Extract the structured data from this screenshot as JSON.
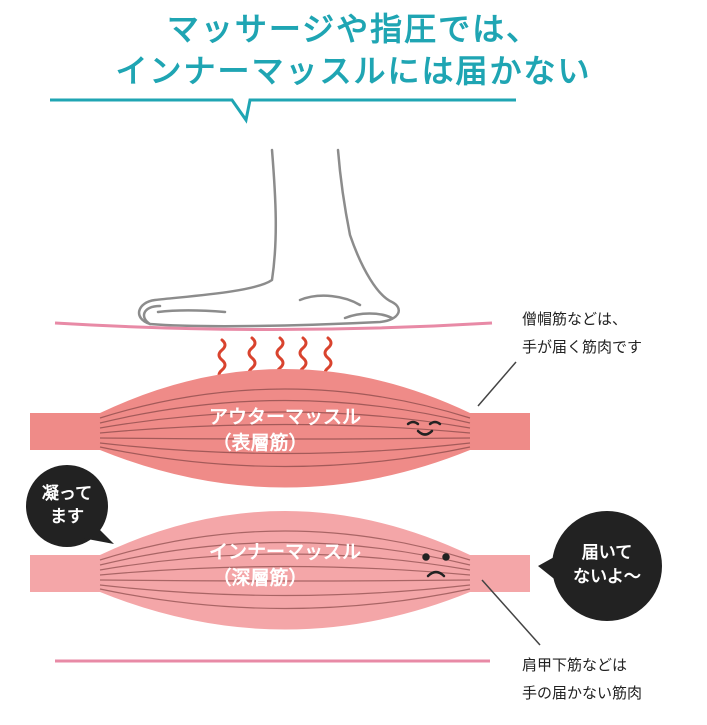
{
  "title": {
    "line1": "マッサージや指圧では、",
    "line2": "インナーマッスルには届かない"
  },
  "outer_muscle": {
    "name": "アウターマッスル",
    "sub": "（表層筋）",
    "note_line1": "僧帽筋などは、",
    "note_line2": "手が届く筋肉です"
  },
  "inner_muscle": {
    "name": "インナーマッスル",
    "sub": "（深層筋）",
    "note_line1": "肩甲下筋などは",
    "note_line2": "手の届かない筋肉"
  },
  "bubbles": {
    "left_line1": "凝って",
    "left_line2": "ます",
    "right_line1": "届いて",
    "right_line2": "ないよ〜"
  },
  "colors": {
    "accent": "#1fa5b3",
    "skin_line": "#e88aa6",
    "outer_muscle": "#ef8b88",
    "inner_muscle": "#f4a6a8",
    "fiber": "#8a4a4a",
    "heat": "#d9432e",
    "bubble": "#222222"
  }
}
